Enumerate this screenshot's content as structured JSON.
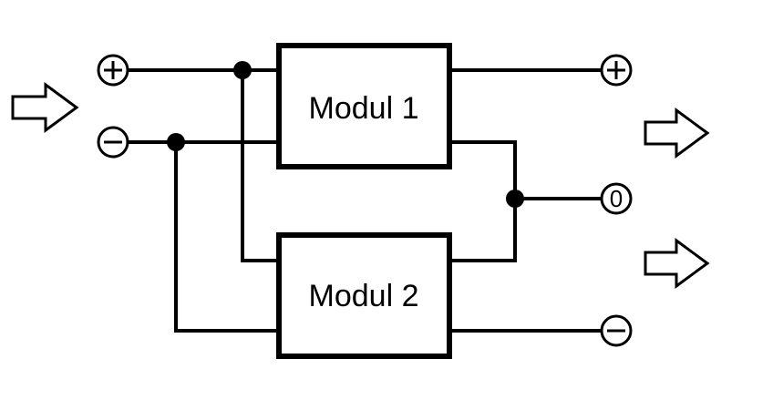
{
  "diagram": {
    "modules": [
      {
        "label": "Modul 1"
      },
      {
        "label": "Modul 2"
      }
    ],
    "inputs": [
      {
        "terminal": "plus",
        "polarity": "+"
      },
      {
        "terminal": "minus",
        "polarity": "-"
      }
    ],
    "outputs": [
      {
        "terminal": "plus",
        "polarity": "+"
      },
      {
        "terminal": "zero",
        "label": "0"
      },
      {
        "terminal": "minus",
        "polarity": "-"
      }
    ],
    "arrows": [
      "right-arrow",
      "right-arrow",
      "right-arrow"
    ],
    "colors": {
      "line": "#000000",
      "background": "#ffffff"
    }
  }
}
